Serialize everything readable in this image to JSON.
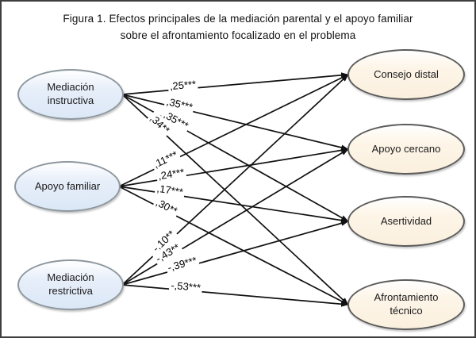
{
  "title": {
    "line1": "Figura 1. Efectos principales de la mediación parental y el apoyo familiar",
    "line2": "sobre el afrontamiento focalizado en el problema"
  },
  "diagram": {
    "type": "path-diagram",
    "left_nodes": [
      {
        "id": "mi",
        "label": "Mediación instructiva"
      },
      {
        "id": "af",
        "label": "Apoyo familiar"
      },
      {
        "id": "mr",
        "label": "Mediación restrictiva"
      }
    ],
    "right_nodes": [
      {
        "id": "cd",
        "label": "Consejo distal"
      },
      {
        "id": "ac",
        "label": "Apoyo cercano"
      },
      {
        "id": "as",
        "label": "Asertividad"
      },
      {
        "id": "at",
        "label": "Afrontamiento técnico"
      }
    ],
    "edges": [
      {
        "from": "mi",
        "to": "cd",
        "coefficient": ",25***"
      },
      {
        "from": "mi",
        "to": "ac",
        "coefficient": ",35***"
      },
      {
        "from": "mi",
        "to": "as",
        "coefficient": ",35***"
      },
      {
        "from": "mi",
        "to": "at",
        "coefficient": ",34**"
      },
      {
        "from": "af",
        "to": "cd",
        "coefficient": ",11***"
      },
      {
        "from": "af",
        "to": "ac",
        "coefficient": ",24***"
      },
      {
        "from": "af",
        "to": "as",
        "coefficient": ",17***"
      },
      {
        "from": "af",
        "to": "at",
        "coefficient": ",30**"
      },
      {
        "from": "mr",
        "to": "cd",
        "coefficient": "-,10**"
      },
      {
        "from": "mr",
        "to": "ac",
        "coefficient": "-,43**"
      },
      {
        "from": "mr",
        "to": "as",
        "coefficient": "-,39***"
      },
      {
        "from": "mr",
        "to": "at",
        "coefficient": "-,53***"
      }
    ]
  },
  "colors": {
    "left_node_fill": "#dce8f7",
    "right_node_fill": "#fbf0de",
    "edge_stroke": "#111111",
    "figure_border": "#3f3f3f"
  }
}
